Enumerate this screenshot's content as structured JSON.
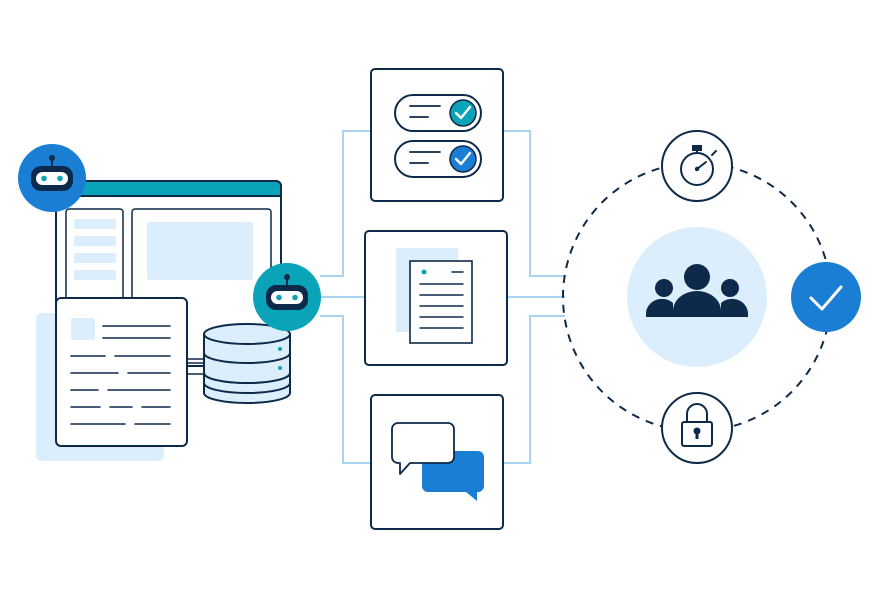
{
  "colors": {
    "ink": "#0d2a4a",
    "teal": "#0aa3b8",
    "brand_blue": "#1a7fd4",
    "light_blue": "#dceefb",
    "connector": "#a9d3ef",
    "white": "#ffffff"
  },
  "diagram": {
    "left_cluster": {
      "bot_top": {
        "icon": "robot-icon"
      },
      "bot_middle": {
        "icon": "robot-icon"
      },
      "browser_window": {
        "icon": "browser-window-icon"
      },
      "document": {
        "icon": "document-icon"
      },
      "database": {
        "icon": "database-icon"
      }
    },
    "middle_cards": [
      {
        "id": "approvals",
        "icon": "toggle-check-icon"
      },
      {
        "id": "report",
        "icon": "document-icon"
      },
      {
        "id": "messages",
        "icon": "chat-bubbles-icon"
      }
    ],
    "right_cluster": {
      "center": {
        "icon": "users-group-icon"
      },
      "top": {
        "icon": "stopwatch-icon"
      },
      "right": {
        "icon": "checkmark-icon"
      },
      "bottom": {
        "icon": "padlock-icon"
      }
    }
  }
}
